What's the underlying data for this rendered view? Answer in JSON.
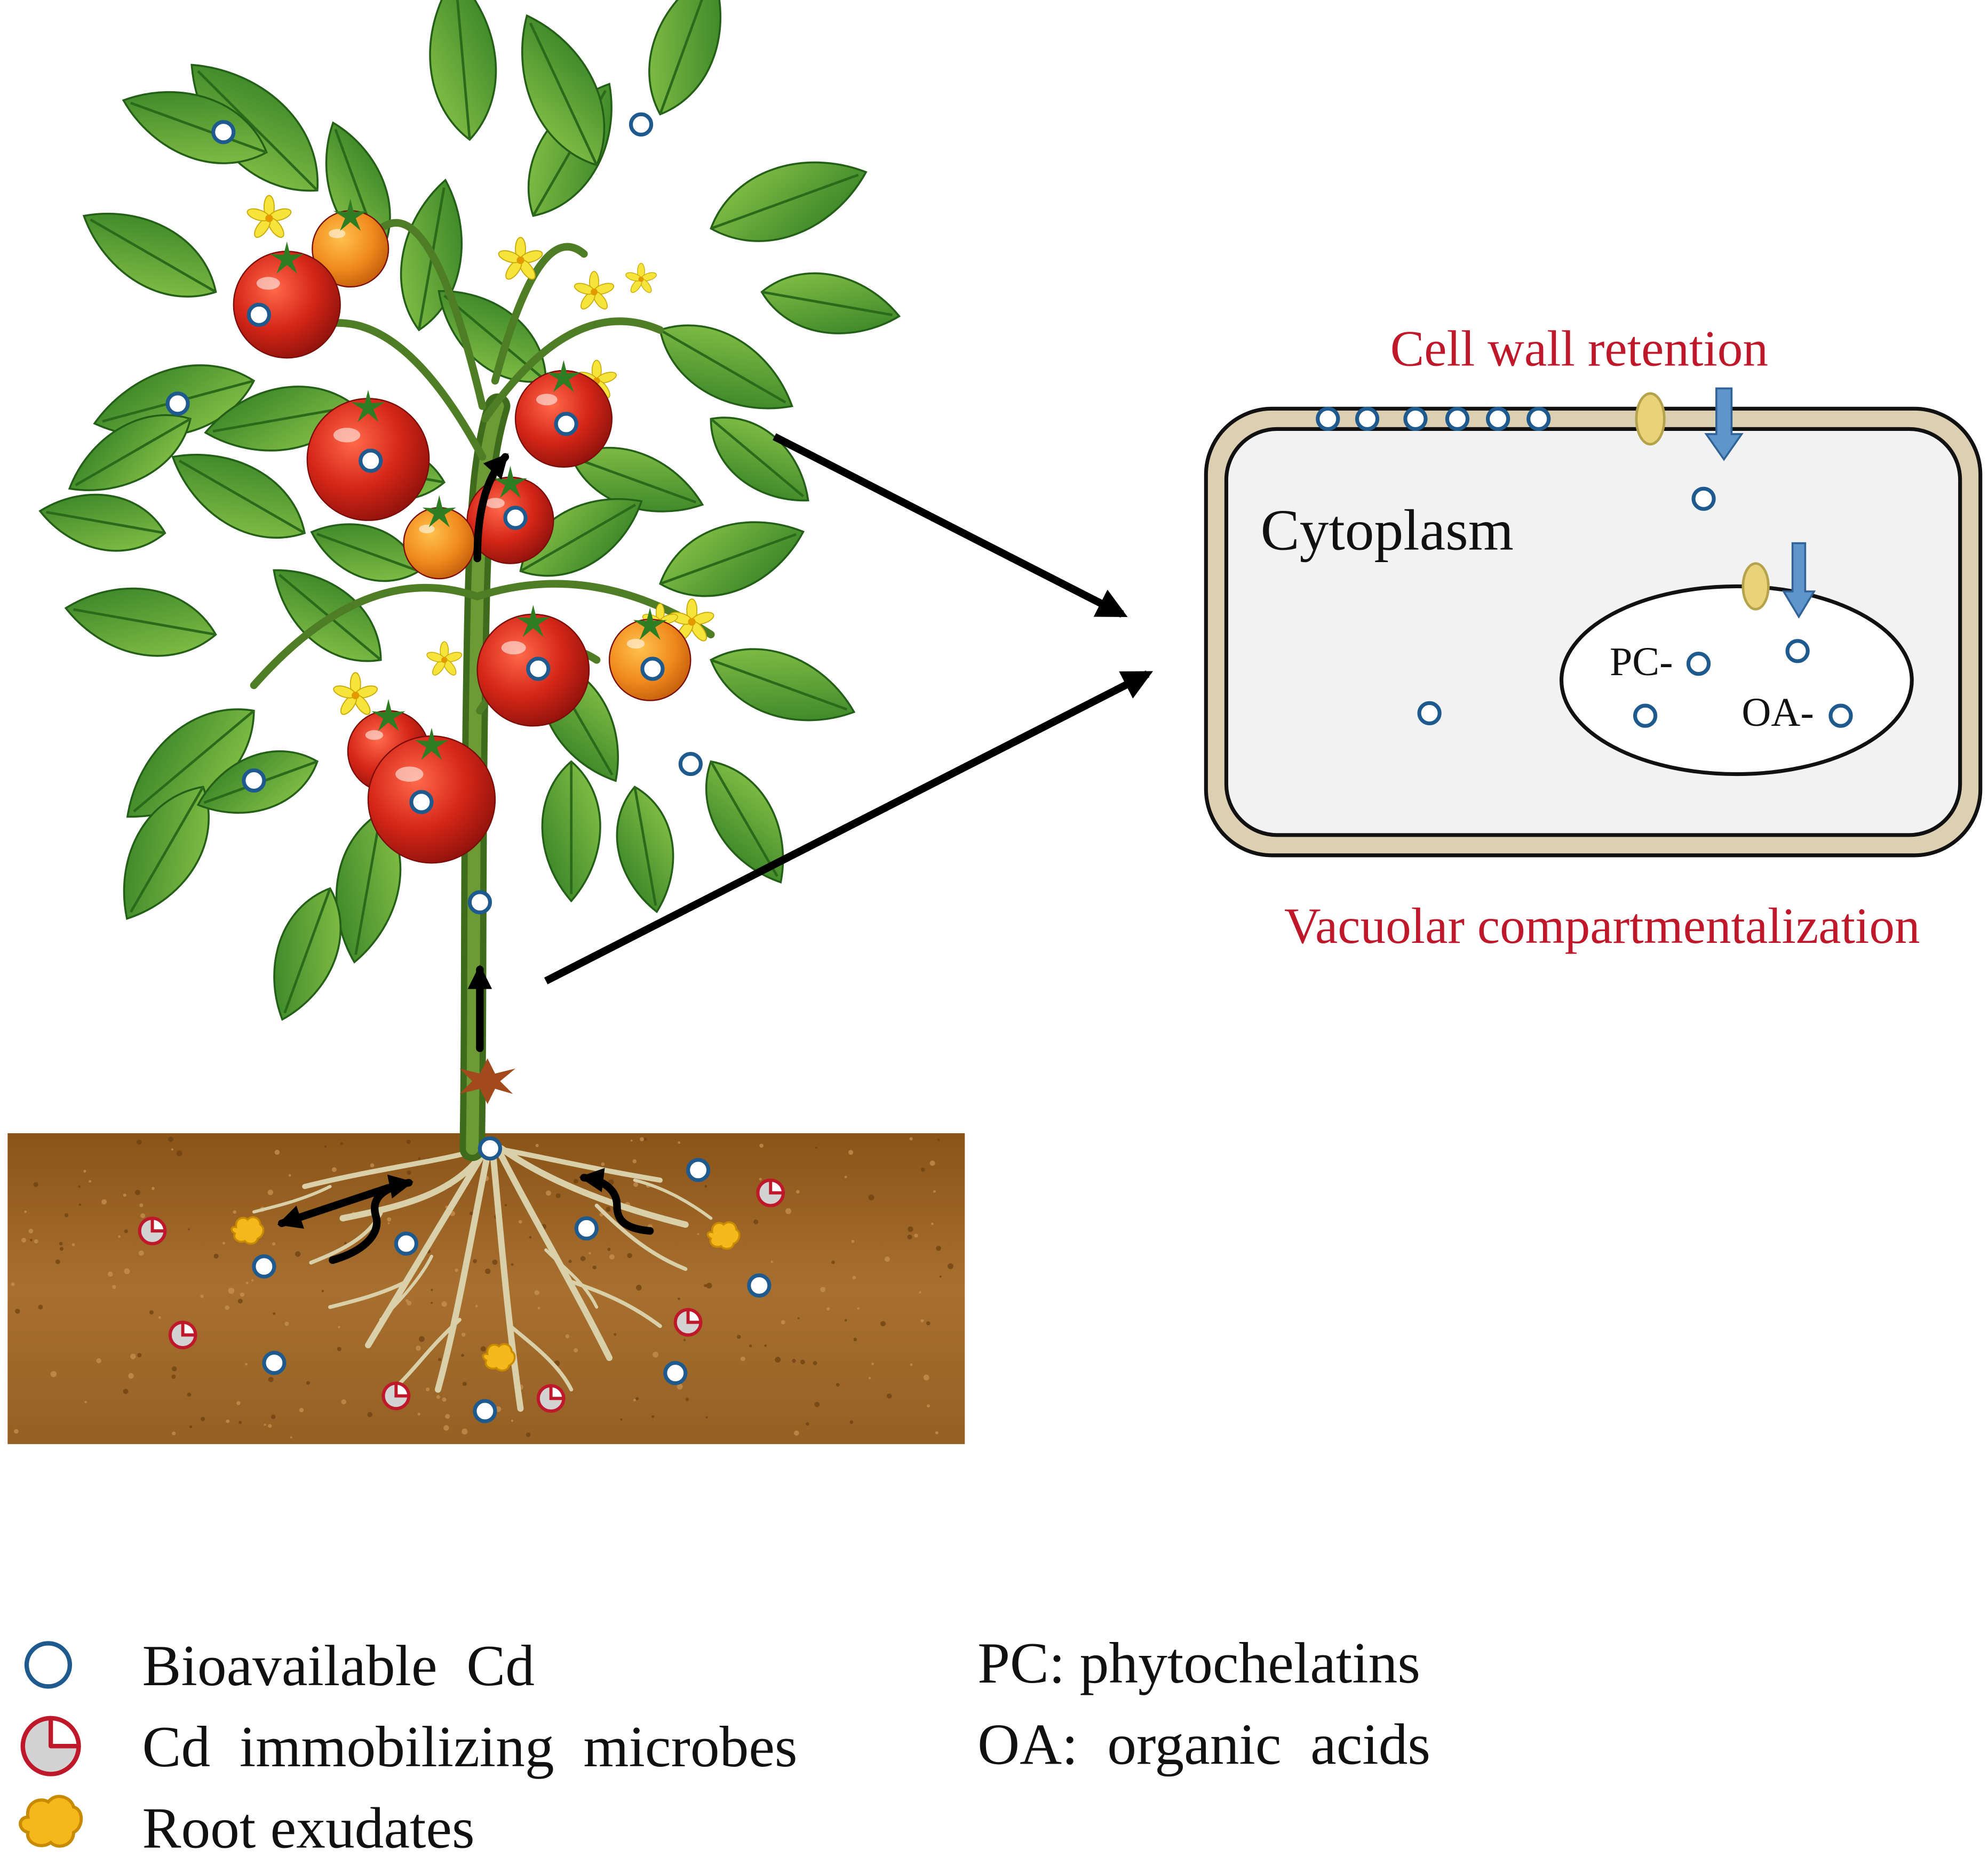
{
  "cell": {
    "top_label": "Cell wall retention",
    "bottom_label": "Vacuolar compartmentalization",
    "cytoplasm_label": "Cytoplasm",
    "pc_label": "PC-",
    "oa_label": "OA-"
  },
  "legend": {
    "items": [
      {
        "icon": "open-circle-icon",
        "label": "Bioavailable  Cd"
      },
      {
        "icon": "red-pacman-icon",
        "label": "Cd  immobilizing  microbes"
      },
      {
        "icon": "yellow-blob-icon",
        "label": "Root exudates"
      }
    ],
    "abbreviations": [
      {
        "label": "PC: phytochelatins"
      },
      {
        "label": "OA:  organic  acids"
      }
    ]
  },
  "colors": {
    "accent_red": "#c0182b",
    "cd_ring": "#1f5a8f",
    "soil": "#9a6426",
    "leaf": "#4d9a2a",
    "tomato": "#d62618",
    "cell_wall": "#dccfb2",
    "cytoplasm": "#f2f2f2",
    "transporter": "#ead27a",
    "influx_arrow": "#5f95c8"
  }
}
